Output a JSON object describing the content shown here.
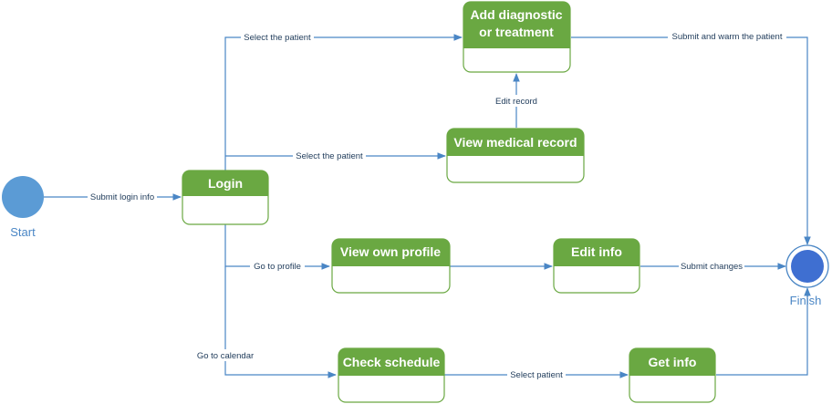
{
  "colors": {
    "state_header": "#6aa842",
    "state_border": "#6aa842",
    "state_title_text": "#ffffff",
    "edge": "#4a86c5",
    "label_text": "#1f3b5a",
    "start_fill": "#5b9bd5",
    "finish_fill": "#3f6fd1",
    "terminal_label": "#4a86c5"
  },
  "start": {
    "label": "Start"
  },
  "finish": {
    "label": "Finish"
  },
  "states": {
    "login": {
      "title": "Login"
    },
    "add_diag": {
      "title_line1": "Add diagnostic",
      "title_line2": "or treatment"
    },
    "view_record": {
      "title": "View medical record"
    },
    "view_profile": {
      "title": "View own profile"
    },
    "edit_info": {
      "title": "Edit info"
    },
    "check_schedule": {
      "title": "Check schedule"
    },
    "get_info": {
      "title": "Get info"
    }
  },
  "edges": {
    "submit_login": "Submit login info",
    "select_patient_top": "Select the patient",
    "select_patient_mid": "Select the patient",
    "edit_record": "Edit record",
    "submit_warm": "Submit and warm the patient",
    "go_profile": "Go to profile",
    "submit_changes": "Submit changes",
    "go_calendar": "Go to calendar",
    "select_patient": "Select patient"
  }
}
